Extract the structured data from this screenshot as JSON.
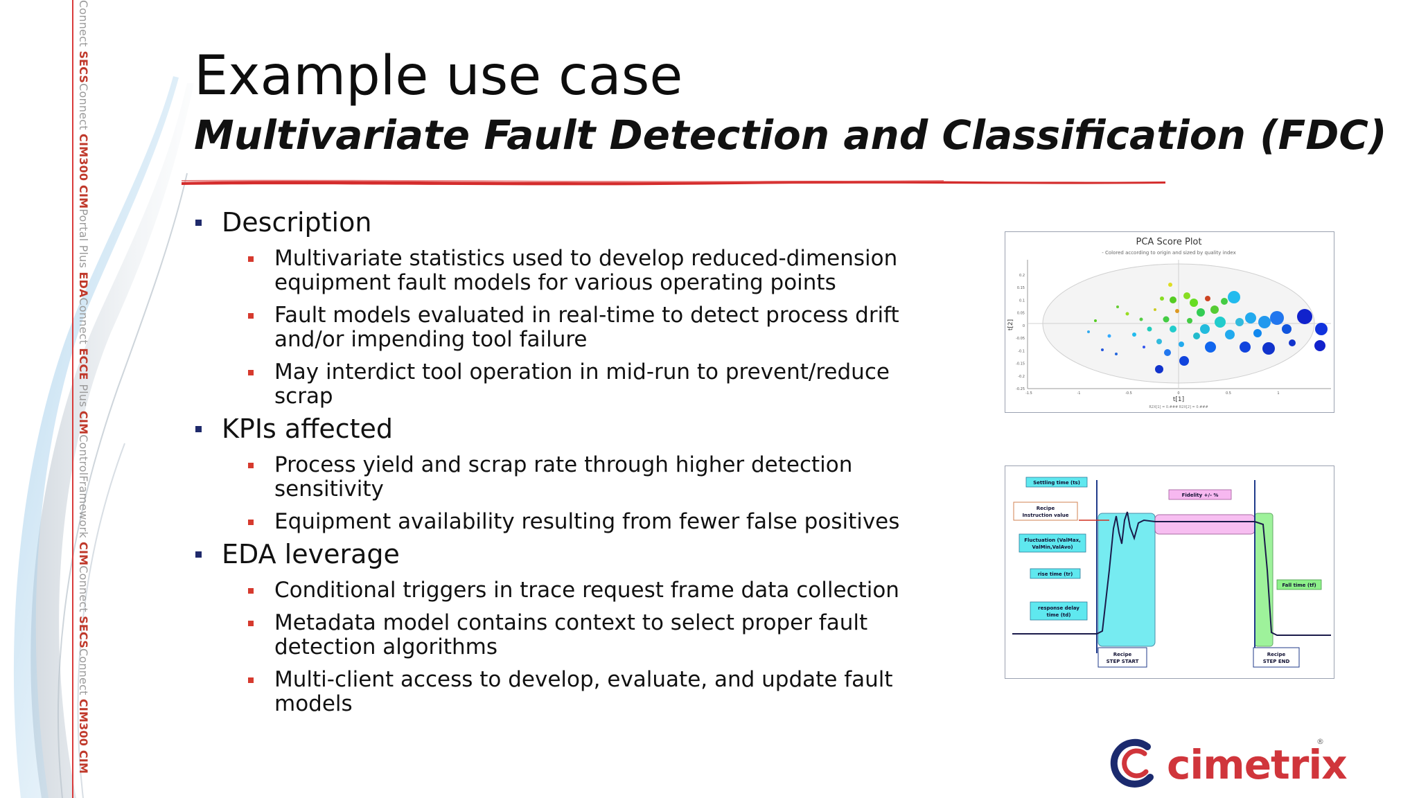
{
  "sidebar": {
    "segments": [
      {
        "text": "Connect",
        "bold": false
      },
      {
        "text": " SECS",
        "bold": true
      },
      {
        "text": "Connect ",
        "bold": false
      },
      {
        "text": "CIM300 ",
        "bold": true
      },
      {
        "text": " CIM",
        "bold": true
      },
      {
        "text": "Portal",
        "bold": false
      },
      {
        "text": " Plus ",
        "bold": false
      },
      {
        "text": "EDA",
        "bold": true
      },
      {
        "text": "Connect ",
        "bold": false
      },
      {
        "text": " ECCE ",
        "bold": true
      },
      {
        "text": " Plus ",
        "bold": false
      },
      {
        "text": "CIM",
        "bold": true
      },
      {
        "text": "ControlFramework ",
        "bold": false
      },
      {
        "text": "CIM",
        "bold": true
      },
      {
        "text": "Connect ",
        "bold": false
      },
      {
        "text": " SECS",
        "bold": true
      },
      {
        "text": "Connect ",
        "bold": false
      },
      {
        "text": " CIM300 ",
        "bold": true
      },
      {
        "text": " CIM",
        "bold": true
      }
    ]
  },
  "header": {
    "title": "Example use case",
    "subtitle": "Multivariate Fault Detection and Classification (FDC)"
  },
  "sections": [
    {
      "heading": "Description",
      "items": [
        "Multivariate statistics used to develop reduced-dimension equipment fault models for various operating points",
        "Fault models evaluated in real-time to detect process drift and/or impending tool failure",
        "May interdict tool operation in mid-run to prevent/reduce scrap"
      ]
    },
    {
      "heading": "KPIs affected",
      "items": [
        "Process yield and scrap rate through higher detection sensitivity",
        "Equipment availability resulting from fewer false positives"
      ]
    },
    {
      "heading": "EDA leverage",
      "items": [
        "Conditional triggers in trace request frame data collection",
        "Metadata model contains context to select proper fault detection algorithms",
        "Multi-client access to develop, evaluate, and update fault models"
      ]
    }
  ],
  "pca_plot": {
    "title": "PCA Score Plot",
    "subtitle": "- Colored according to origin and sized by quality index",
    "xlabel": "t[1]",
    "ylabel": "t[2]",
    "footnote": "R2X[1] = 0.### R2X[2] = 0.###",
    "y_ticks": [
      "0.2",
      "0.15",
      "0.1",
      "0.05",
      "0",
      "-0.05",
      "-0.1",
      "-0.15",
      "-0.2",
      "-0.25"
    ],
    "x_ticks": [
      "-1.5",
      "-1",
      "-0.5",
      "0",
      "0.5",
      "1"
    ]
  },
  "timing_diagram": {
    "labels": {
      "settling_time": "Settling time (ts)",
      "recipe_instruction": [
        "Recipe",
        "Instruction value"
      ],
      "fluctuation": [
        "Fluctuation (ValMax,",
        "ValMin,ValAvo)"
      ],
      "rise_time": "rise time (tr)",
      "response_delay": [
        "response delay",
        "time (td)"
      ],
      "fidelity": "Fidelity  +/- %",
      "fall_time": "Fall time (tf)",
      "step_start": [
        "Recipe",
        "STEP START"
      ],
      "step_end": [
        "Recipe",
        "STEP END"
      ]
    }
  },
  "logo": {
    "name": "cimetrix",
    "reg": "®"
  },
  "colors": {
    "accent_red": "#d63a2e",
    "bullet_navy": "#1f2a6b",
    "logo_red": "#d0353b",
    "logo_navy": "#1b2a6e"
  }
}
